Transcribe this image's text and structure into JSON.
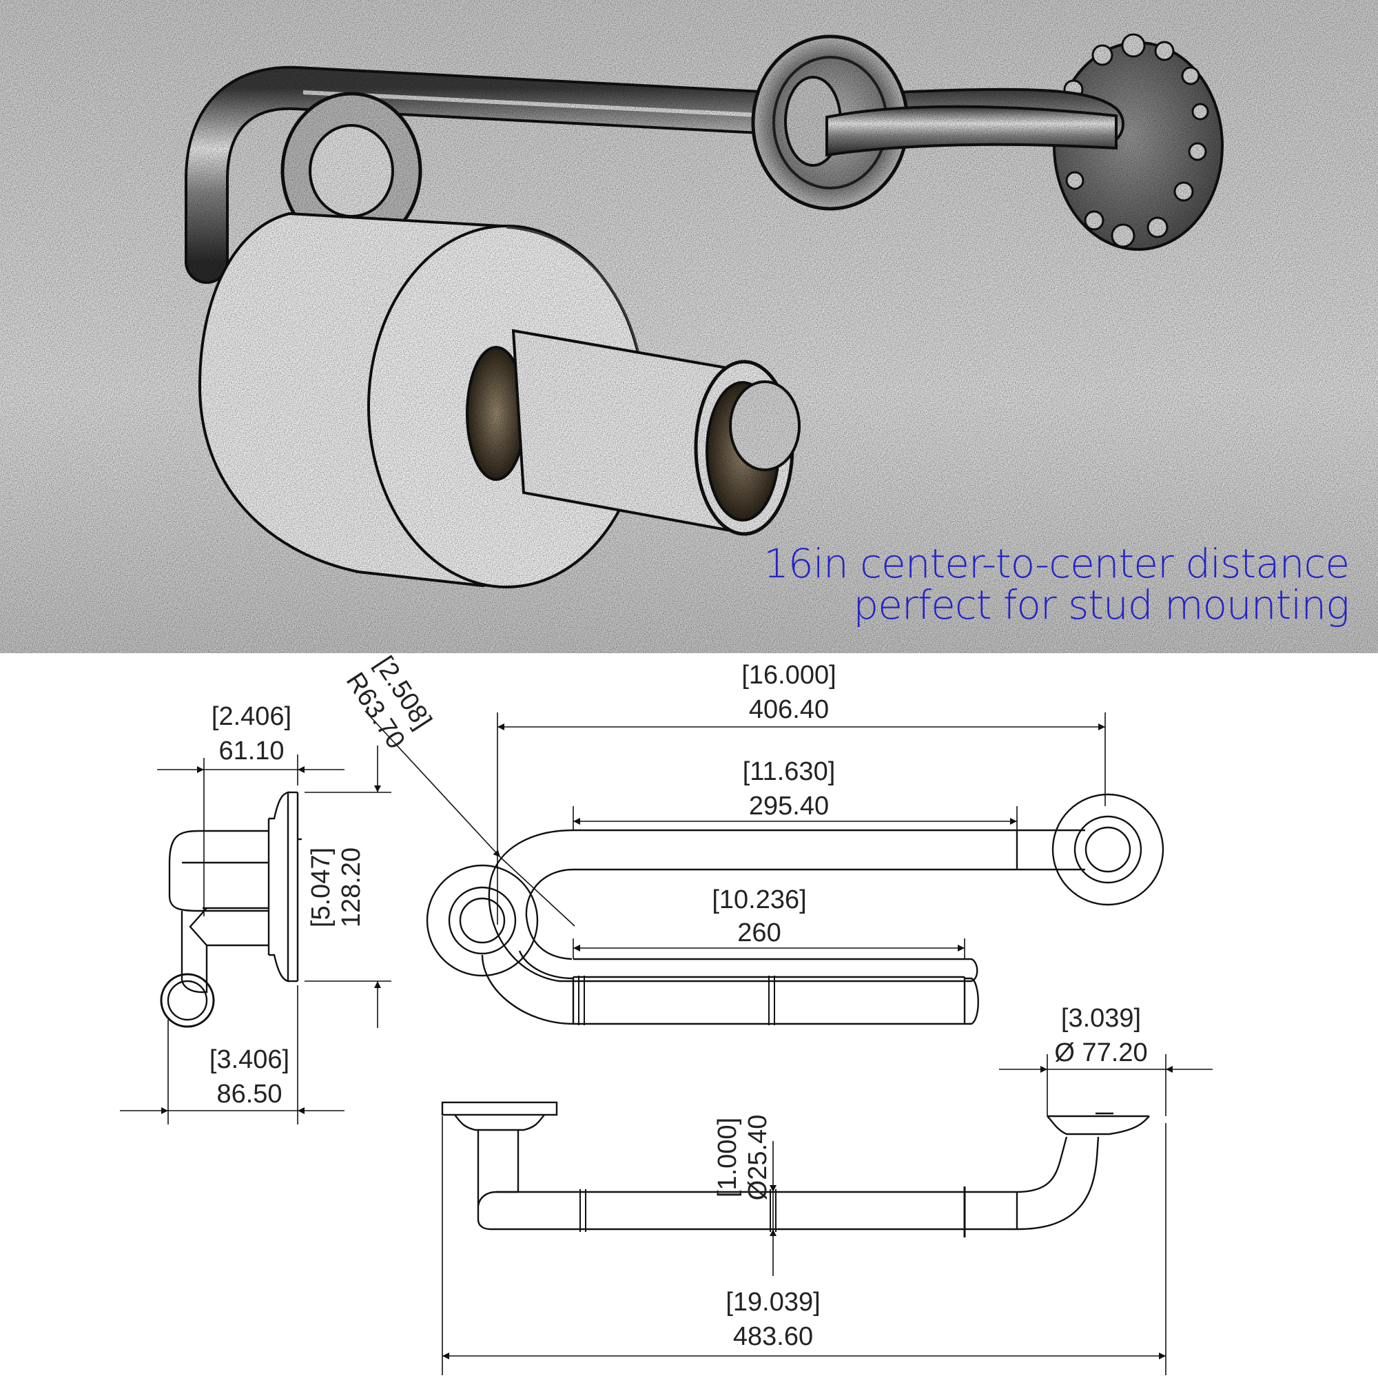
{
  "caption": {
    "line1": "16in center-to-center distance",
    "line2": "perfect for stud mounting"
  },
  "dimensions": {
    "depth_top": {
      "inch": "[2.406]",
      "mm": "61.10"
    },
    "radius": {
      "inch": "[2.508]",
      "mm": "R63.70"
    },
    "center_distance": {
      "inch": "[16.000]",
      "mm": "406.40"
    },
    "upper_bar": {
      "inch": "[11.630]",
      "mm": "295.40"
    },
    "lower_bar": {
      "inch": "[10.236]",
      "mm": "260"
    },
    "height": {
      "inch": "[5.047]",
      "mm": "128.20"
    },
    "depth_total": {
      "inch": "[3.406]",
      "mm": "86.50"
    },
    "flange_dia": {
      "inch": "[3.039]",
      "mm": "Ø 77.20"
    },
    "tube_dia": {
      "inch": "[1.000]",
      "mm": "Ø25.40"
    },
    "overall_length": {
      "inch": "[19.039]",
      "mm": "483.60"
    }
  },
  "colors": {
    "caption": "#2323c8",
    "line": "#111111"
  }
}
